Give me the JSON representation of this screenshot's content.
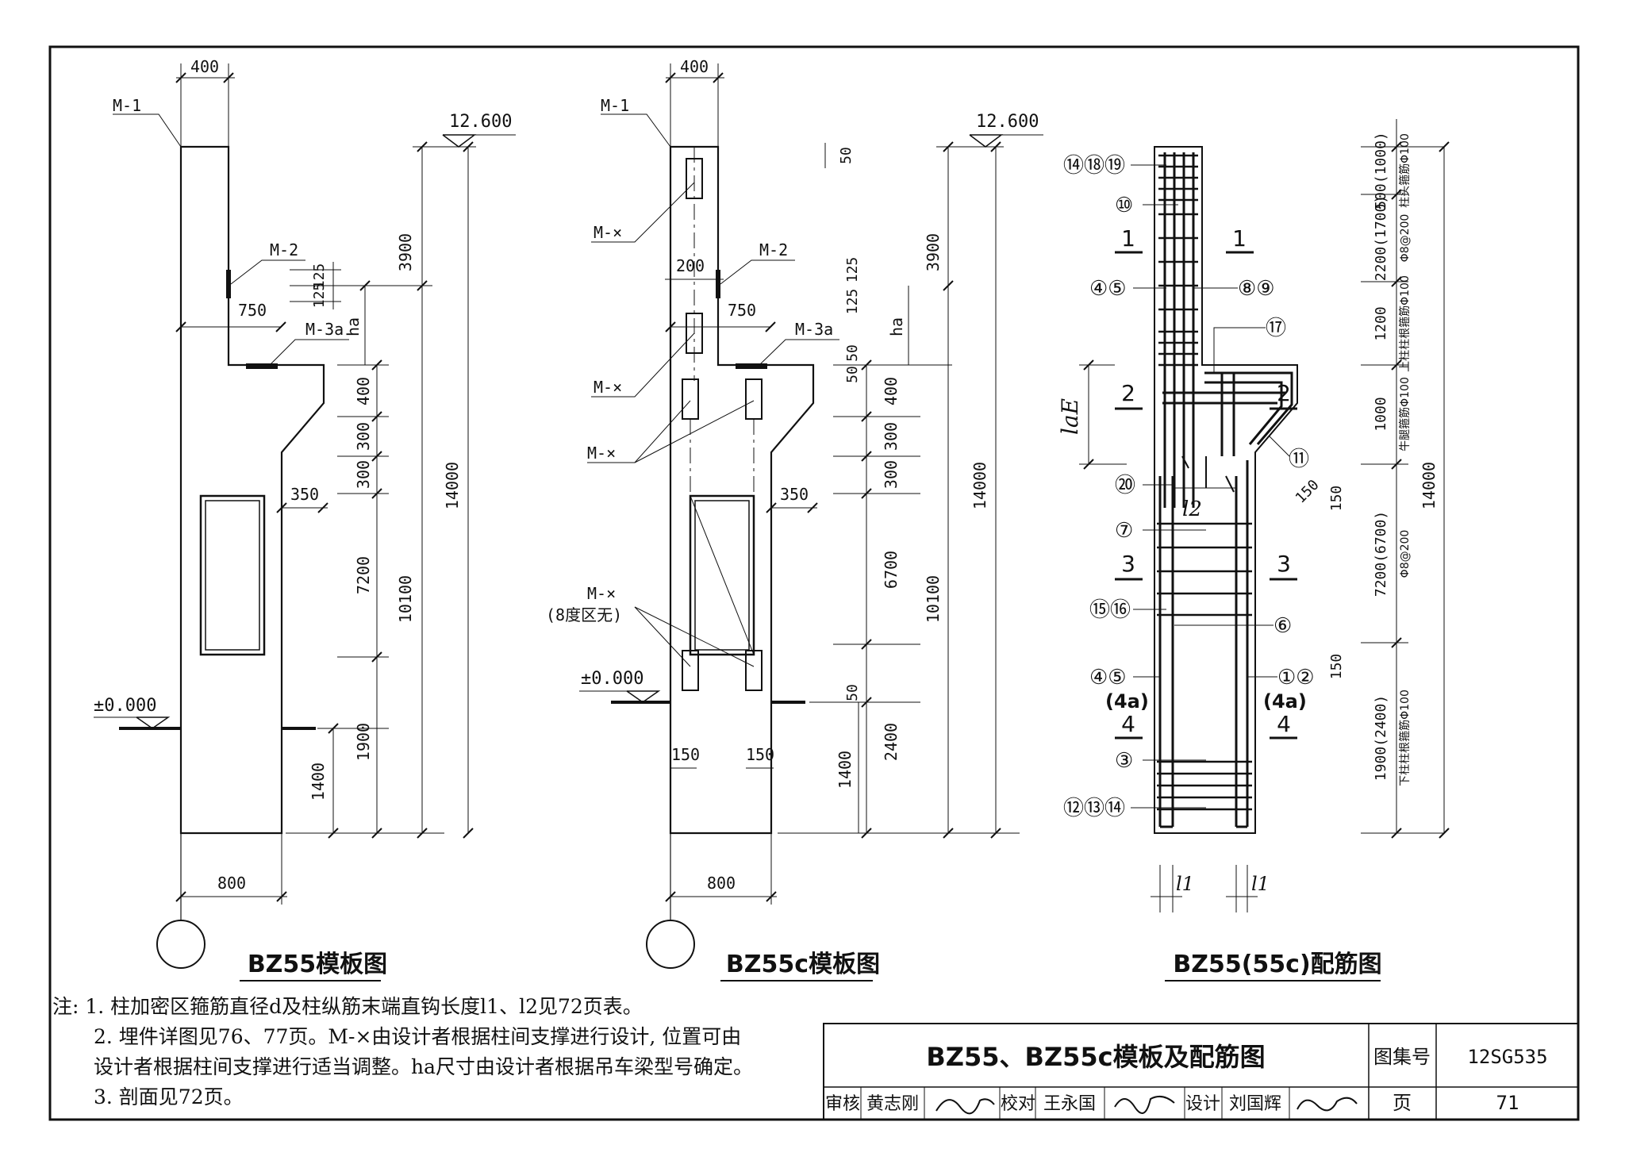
{
  "drawing": {
    "left_title": "BZ55模板图",
    "mid_title": "BZ55c模板图",
    "right_title": "BZ55(55c)配筋图",
    "elev_top": "12.600",
    "elev_zero": "±0.000",
    "dim_top_width": "400",
    "dim_bottom_width": "800",
    "dim_750": "750",
    "dim_350": "350",
    "dim_200": "200",
    "dim_150": "150",
    "dim_125": "125",
    "dim_50": "50",
    "left_vdims": [
      "400",
      "300",
      "300",
      "7200",
      "1900",
      "1400"
    ],
    "mid_vdims": [
      "400",
      "300",
      "300",
      "6700",
      "2400",
      "1400"
    ],
    "dim_ha": "ha",
    "dim_3900": "3900",
    "dim_10100": "10100",
    "dim_14000": "14000",
    "labels": {
      "m1": "M-1",
      "m2": "M-2",
      "m3a": "M-3a",
      "mx": "M-×",
      "mx_note": "(8度区无)"
    },
    "rebar": {
      "c14_18_19": "⑭⑱⑲",
      "c10": "⑩",
      "c4_5": "④⑤",
      "c8_9": "⑧⑨",
      "c17": "⑰",
      "c11": "⑪",
      "c20": "⑳",
      "c7": "⑦",
      "c15_16": "⑮⑯",
      "c6": "⑥",
      "c1_2": "①②",
      "c4a": "(4a)",
      "c3": "③",
      "c12_13_14": "⑫⑬⑭",
      "lae": "laE",
      "l2": "l2",
      "l1": "l1",
      "sec1": "1",
      "sec2": "2",
      "sec3": "3",
      "sec4": "4",
      "d150": "150",
      "d14000": "14000",
      "r_dims": [
        "500(1000)",
        "2200(1700)",
        "1200",
        "1000",
        "7200(6700)",
        "1900(2400)"
      ],
      "r_notes": [
        "柱头箍筋Φ100",
        "Φ8@200",
        "上柱柱根箍筋Φ100",
        "牛腿箍筋Φ100",
        "Φ8@200",
        "下柱柱根箍筋Φ100"
      ]
    }
  },
  "notes": {
    "n1": "注: 1. 柱加密区箍筋直径d及柱纵筋末端直钩长度l1、l2见72页表。",
    "n2a": "2. 埋件详图见76、77页。M-×由设计者根据柱间支撑进行设计, 位置可由",
    "n2b": "设计者根据柱间支撑进行适当调整。ha尺寸由设计者根据吊车梁型号确定。",
    "n3": "3. 剖面见72页。"
  },
  "title_block": {
    "title": "BZ55、BZ55c模板及配筋图",
    "atlas_label": "图集号",
    "atlas_no": "12SG535",
    "page_label": "页",
    "page_no": "71",
    "review_label": "审核",
    "reviewer": "黄志刚",
    "check_label": "校对",
    "checker": "王永国",
    "design_label": "设计",
    "designer": "刘国辉"
  }
}
